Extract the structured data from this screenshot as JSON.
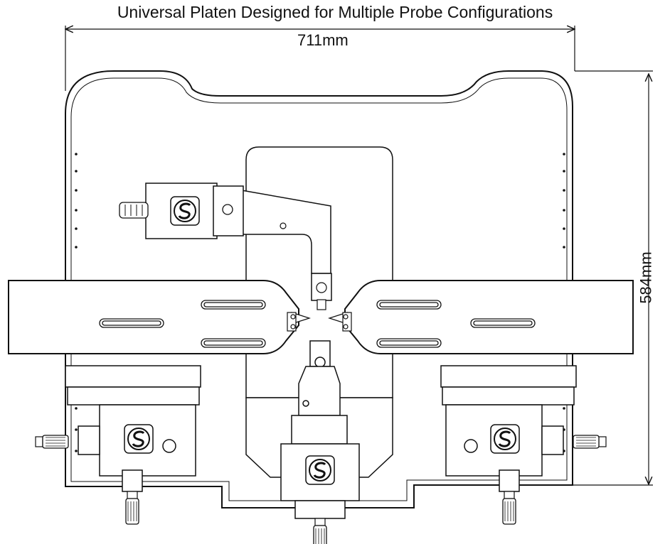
{
  "title": "Universal Platen Designed for Multiple Probe Configurations",
  "dimensions": {
    "width": "711mm",
    "height": "584mm"
  },
  "colors": {
    "line": "#111111",
    "background": "#ffffff"
  },
  "probe_positioners": [
    {
      "name": "top-left-probe-positioner",
      "icon": "s-logo-icon"
    },
    {
      "name": "bottom-center-probe-positioner",
      "icon": "s-logo-icon"
    },
    {
      "name": "left-probe-positioner",
      "icon": "s-logo-icon"
    },
    {
      "name": "right-probe-positioner",
      "icon": "s-logo-icon"
    }
  ]
}
